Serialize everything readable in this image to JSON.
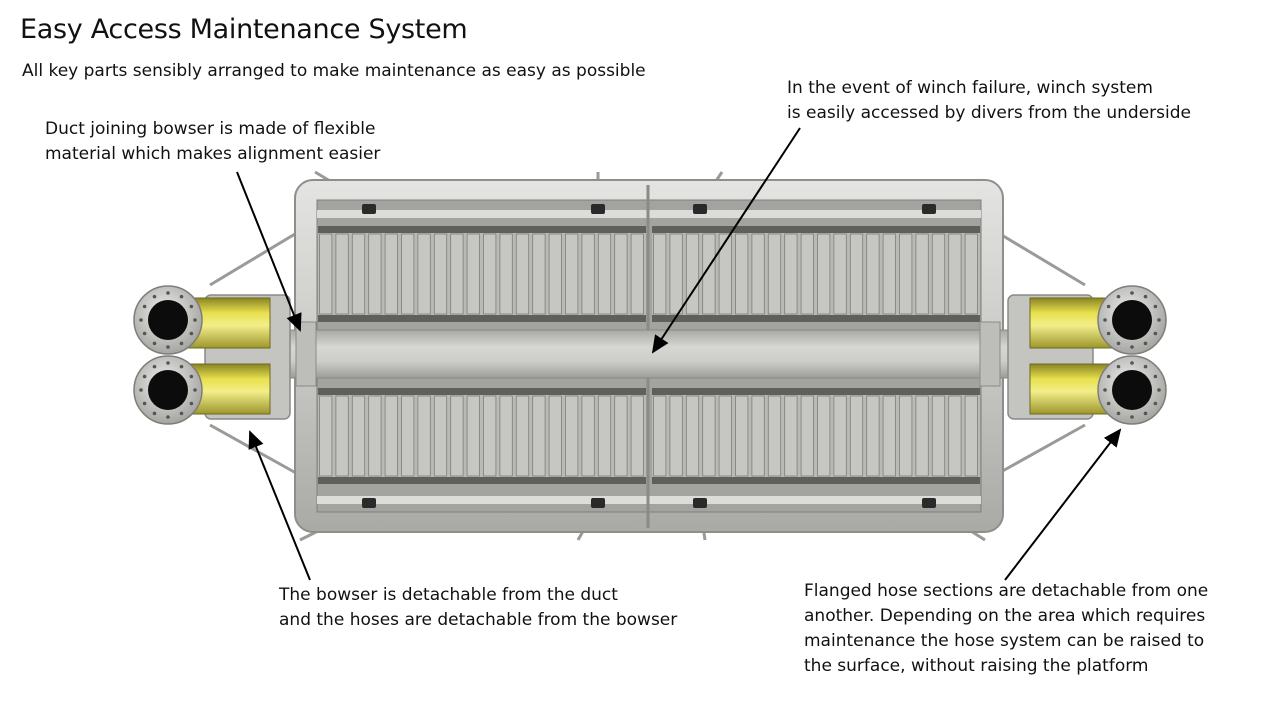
{
  "title": "Easy Access Maintenance System",
  "subtitle": "All key parts sensibly arranged to make maintenance as easy as possible",
  "callouts": {
    "duct": {
      "lines": [
        "Duct joining bowser is made of flexible",
        "material which makes alignment easier"
      ]
    },
    "winch": {
      "lines": [
        "In the event of winch failure, winch system",
        "is easily accessed by divers from the underside"
      ]
    },
    "bowser": {
      "lines": [
        "The bowser is detachable from the duct",
        "and the hoses are detachable from the bowser"
      ]
    },
    "hose": {
      "lines": [
        "Flanged hose sections are detachable from one",
        "another. Depending on the area which requires",
        "maintenance the hose system can be raised to",
        "the surface, without raising the platform"
      ]
    }
  },
  "colors": {
    "frame": "#cfcfcc",
    "frame_dark": "#8e8e8b",
    "panel": "#b9b9b6",
    "slat": "#c6c6c3",
    "slat_shadow": "#7d7d7a",
    "hose_yellow": "#d9cf3a",
    "flange": "#c8c8c6",
    "arrow": "#000000"
  },
  "icons": [
    "arrowhead-icon"
  ]
}
